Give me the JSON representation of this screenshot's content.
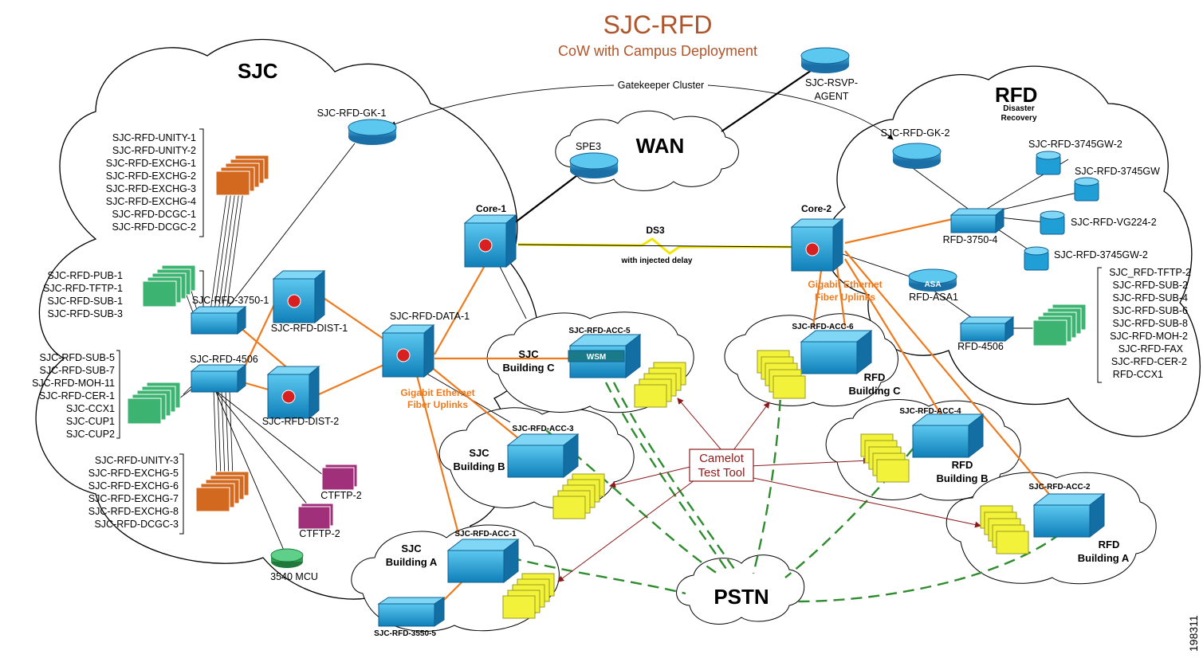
{
  "title": "SJC-RFD",
  "subtitle": "CoW with Campus Deployment",
  "regions": {
    "sjc": "SJC",
    "rfd": "RFD",
    "rfd_sub": [
      "Disaster",
      "Recovery"
    ]
  },
  "clouds": {
    "wan": "WAN",
    "pstn": "PSTN"
  },
  "links": {
    "gatekeeper": "Gatekeeper Cluster",
    "ds3": "DS3",
    "ds3_sub": "with injected delay",
    "gig_left": [
      "Gigabit Ethernet",
      "Fiber Uplinks"
    ],
    "gig_right": [
      "Gigabit Ethernet",
      "Fiber Uplinks"
    ]
  },
  "devices": {
    "gk1": "SJC-RFD-GK-1",
    "gk2": "SJC-RFD-GK-2",
    "rsvp": [
      "SJC-RSVP-",
      "AGENT"
    ],
    "spe3": "SPE3",
    "core1": "Core-1",
    "core2": "Core-2",
    "sw3750_1": "SJC-RFD-3750-1",
    "dist1": "SJC-RFD-DIST-1",
    "dist2": "SJC-RFD-DIST-2",
    "sw4506": "SJC-RFD-4506",
    "data1": "SJC-RFD-DATA-1",
    "acc1": "SJC-RFD-ACC-1",
    "acc2": "SJC-RFD-ACC-2",
    "acc3": "SJC-RFD-ACC-3",
    "acc4": "SJC-RFD-ACC-4",
    "acc5": "SJC-RFD-ACC-5",
    "acc6": "SJC-RFD-ACC-6",
    "sw3550": "SJC-RFD-3550-5",
    "ctftp_a": "CTFTP-2",
    "ctftp_b": "CTFTP-2",
    "mcu": "3540 MCU",
    "rfd3750": "RFD-3750-4",
    "rfd4506": "RFD-4506",
    "asa": "RFD-ASA1",
    "asa_badge": "ASA",
    "wsm": "WSM",
    "gw_3745_2": "SJC-RFD-3745GW-2",
    "gw_3745": "SJC-RFD-3745GW",
    "vg224": "SJC-RFD-VG224-2",
    "gw_3745_2b": "SJC-RFD-3745GW-2"
  },
  "buildings": {
    "sjc_a": [
      "SJC",
      "Building A"
    ],
    "sjc_b": [
      "SJC",
      "Building B"
    ],
    "sjc_c": [
      "SJC",
      "Building C"
    ],
    "rfd_a": [
      "RFD",
      "Building A"
    ],
    "rfd_b": [
      "RFD",
      "Building B"
    ],
    "rfd_c": [
      "RFD",
      "Building C"
    ]
  },
  "camelot": [
    "Camelot",
    "Test Tool"
  ],
  "server_lists": {
    "unity_top": [
      "SJC-RFD-UNITY-1",
      "SJC-RFD-UNITY-2",
      "SJC-RFD-EXCHG-1",
      "SJC-RFD-EXCHG-2",
      "SJC-RFD-EXCHG-3",
      "SJC-RFD-EXCHG-4",
      "SJC-RFD-DCGC-1",
      "SJC-RFD-DCGC-2"
    ],
    "pub": [
      "SJC-RFD-PUB-1",
      "SJC-RFD-TFTP-1",
      "SJC-RFD-SUB-1",
      "SJC-RFD-SUB-3"
    ],
    "sub": [
      "SJC-RFD-SUB-5",
      "SJC-RFD-SUB-7",
      "SJC-RFD-MOH-11",
      "SJC-RFD-CER-1",
      "SJC-CCX1",
      "SJC-CUP1",
      "SJC-CUP2"
    ],
    "unity_bottom": [
      "SJC-RFD-UNITY-3",
      "SJC-RFD-EXCHG-5",
      "SJC-RFD-EXCHG-6",
      "SJC-RFD-EXCHG-7",
      "SJC-RFD-EXCHG-8",
      "SJC-RFD-DCGC-3"
    ],
    "rfd": [
      "SJC_RFD-TFTP-2",
      "SJC-RFD-SUB-2",
      "SJC-RFD-SUB-4",
      "SJC-RFD-SUB-6",
      "SJC-RFD-SUB-8",
      "SJC-RFD-MOH-2",
      "SJC-RFD-FAX",
      "SJC-RFD-CER-2",
      "RFD-CCX1"
    ]
  },
  "figure_id": "198311",
  "colors": {
    "title": "#b0552a",
    "orange_link": "#ee7a1e",
    "camelot": "#8b1a1a",
    "pstn_dash": "#2e8b2e",
    "switch": "#1f9fd6",
    "router": "#2a8cc4",
    "server_orange": "#d2691e",
    "server_green": "#3cb371",
    "server_purple": "#a0307a",
    "phone": "#f2f23a"
  }
}
